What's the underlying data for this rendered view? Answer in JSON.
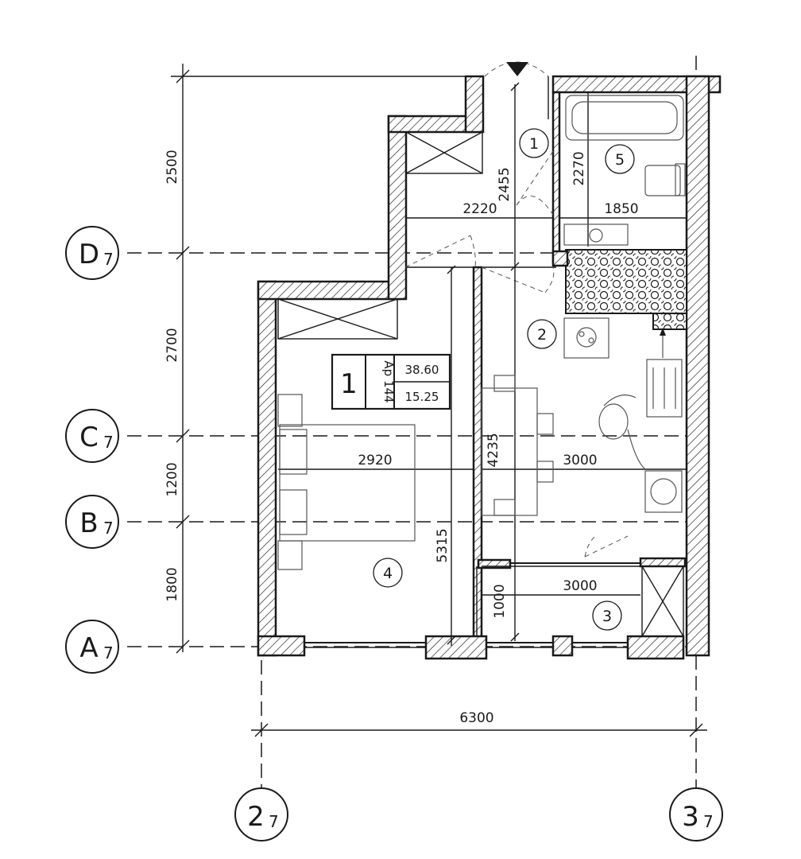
{
  "axes": {
    "rows": [
      {
        "letter": "D",
        "sub": "7"
      },
      {
        "letter": "C",
        "sub": "7"
      },
      {
        "letter": "B",
        "sub": "7"
      },
      {
        "letter": "A",
        "sub": "7"
      }
    ],
    "cols": [
      {
        "number": "2",
        "sub": "7"
      },
      {
        "number": "3",
        "sub": "7"
      }
    ]
  },
  "dimensions": {
    "left": [
      "2500",
      "2700",
      "1200",
      "1800"
    ],
    "bottom": "6300",
    "internal": {
      "hall_width": "2220",
      "hall_length": "2455",
      "bath_height": "2270",
      "bath_width": "1850",
      "room_width": "2920",
      "room_length": "5315",
      "kitchen_length": "4235",
      "kitchen_width": "3000",
      "loggia_width": "3000",
      "loggia_depth": "1000"
    }
  },
  "rooms": [
    "1",
    "2",
    "3",
    "4",
    "5"
  ],
  "apartment_stamp": {
    "number": "1",
    "label": "Ap 144",
    "total_area": "38.60",
    "living_area": "15.25"
  },
  "colors": {
    "line": "#1a1a1a",
    "background": "#ffffff"
  }
}
